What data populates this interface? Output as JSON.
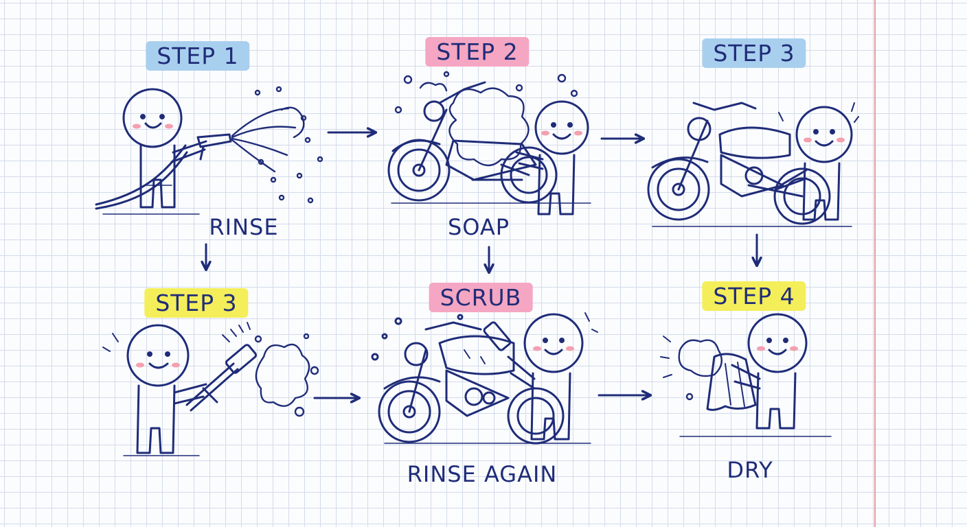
{
  "steps": [
    {
      "id": "step-1",
      "label": "STEP 1",
      "caption": "RINSE",
      "highlight": "#a9cfee"
    },
    {
      "id": "step-2",
      "label": "STEP 2",
      "caption": "SOAP",
      "highlight": "#f4a6c2"
    },
    {
      "id": "step-3-top",
      "label": "STEP 3",
      "caption": "",
      "highlight": "#a9cfee"
    },
    {
      "id": "step-3-bottom",
      "label": "STEP 3",
      "caption": "",
      "highlight": "#f4ee5a"
    },
    {
      "id": "scrub",
      "label": "SCRUB",
      "caption": "RINSE AGAIN",
      "highlight": "#f4a6c2"
    },
    {
      "id": "step-4",
      "label": "STEP 4",
      "caption": "DRY",
      "highlight": "#f4ee5a"
    }
  ],
  "colors": {
    "ink": "#1f2c78",
    "grid": "#d3dbe8",
    "margin": "#ea9aa6",
    "blush": "#f4a0b0"
  }
}
